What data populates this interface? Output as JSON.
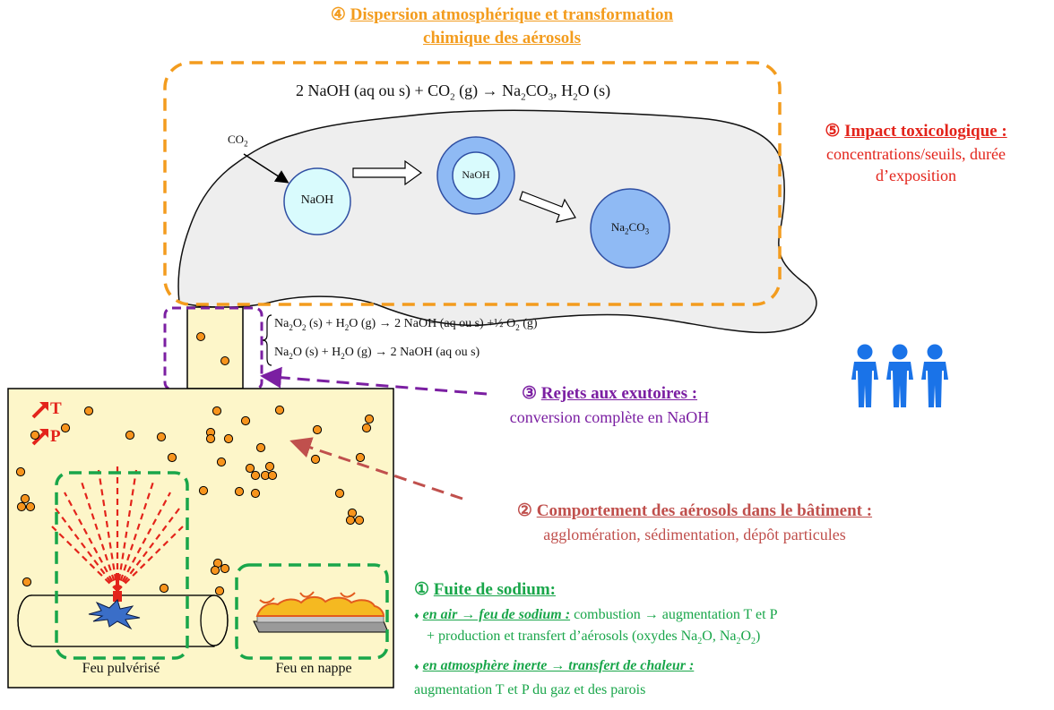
{
  "colors": {
    "orange": "#f39c1e",
    "red": "#e3241b",
    "purple": "#7b1fa2",
    "brown": "#c0504d",
    "green": "#19a64a",
    "blue": "#1a73e8",
    "building": "#fdf6c9",
    "cloud": "#eeeeee",
    "particle": "#f7941d"
  },
  "step4": {
    "number": "④",
    "title_line1": "Dispersion atmosphérique et transformation",
    "title_line2": "chimique des aérosols",
    "reaction_parts": [
      "2 NaOH (aq ou s) + CO",
      "2",
      " (g) → Na",
      "2",
      "CO",
      "3",
      ", H",
      "2",
      "O (s)"
    ]
  },
  "cloud": {
    "co2_label": [
      "CO",
      "2"
    ],
    "naoh_label": "NaOH",
    "naoh_inner_label": "NaOH",
    "na2co3_label": [
      "Na",
      "2",
      "CO",
      "3"
    ]
  },
  "step5": {
    "number": "⑤",
    "title": "Impact toxicologique :",
    "text_line1": "concentrations/seuils, durée",
    "text_line2": "d’exposition",
    "icon": "people-icon"
  },
  "chimney_reactions": {
    "r1_parts": [
      "Na",
      "2",
      "O",
      "2",
      " (s) + H",
      "2",
      "O (g) → 2 NaOH (aq ou s) +½ O",
      "2",
      " (g)"
    ],
    "r2_parts": [
      "Na",
      "2",
      "O (s) + H",
      "2",
      "O (g) → 2 NaOH (aq ou s)"
    ]
  },
  "step3": {
    "number": "③",
    "title": "Rejets aux exutoires :",
    "text": "conversion complète en NaOH"
  },
  "step2": {
    "number": "②",
    "title": "Comportement des aérosols dans le bâtiment :",
    "text": "agglomération, sédimentation, dépôt particules"
  },
  "step1": {
    "number": "①",
    "title": "Fuite de sodium:",
    "bullet1_em": "en air → feu de sodium :",
    "bullet1_text": " combustion → augmentation T et P",
    "bullet1_line2_parts": [
      "+ production et transfert d’aérosols (oxydes Na",
      "2",
      "O, Na",
      "2",
      "O",
      "2",
      ")"
    ],
    "bullet2_em": "en atmosphère inerte → transfert de chaleur :",
    "bullet2_text": "augmentation T et P du gaz et des parois"
  },
  "building": {
    "t_label": "T",
    "p_label": "P",
    "fire1_label": "Feu pulvérisé",
    "fire2_label": "Feu en nappe"
  }
}
